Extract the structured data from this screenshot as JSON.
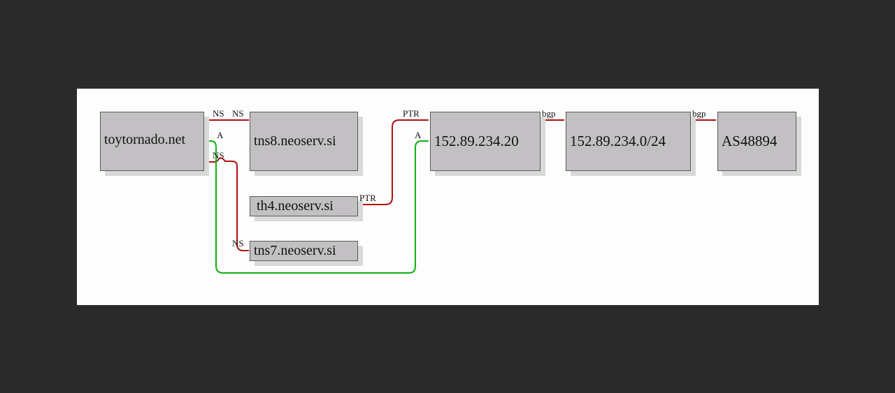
{
  "nodes": {
    "toytornado": "toytornado.net",
    "tns8": "tns8.neoserv.si",
    "th4": "th4.neoserv.si",
    "tns7": "tns7.neoserv.si",
    "ip": "152.89.234.20",
    "prefix": "152.89.234.0/24",
    "asn": "AS48894"
  },
  "edges": [
    {
      "from": "toytornado.net",
      "to": "tns8.neoserv.si",
      "type": "NS",
      "color": "#b01010"
    },
    {
      "from": "toytornado.net",
      "to": "tns7.neoserv.si",
      "type": "NS",
      "color": "#b01010"
    },
    {
      "from": "toytornado.net",
      "to": "152.89.234.20",
      "type": "A",
      "color": "#10b010"
    },
    {
      "from": "th4.neoserv.si",
      "to": "152.89.234.20",
      "type": "PTR",
      "color": "#b01010"
    },
    {
      "from": "152.89.234.20",
      "to": "152.89.234.0/24",
      "type": "bgp",
      "color": "#b01010"
    },
    {
      "from": "152.89.234.0/24",
      "to": "AS48894",
      "type": "bgp",
      "color": "#b01010"
    }
  ],
  "edge_labels": {
    "ns_tns8_src": "NS",
    "ns_tns8_dst": "NS",
    "a_src": "A",
    "ns_tns7_src": "NS",
    "ns_tns7_dst": "NS",
    "ptr_src": "PTR",
    "ptr_dst": "PTR",
    "a_dst": "A",
    "bgp_1": "bgp",
    "bgp_2": "bgp"
  },
  "colors": {
    "ns_edge": "#b01010",
    "a_edge": "#10b010",
    "node_fill": "#c3c0c3",
    "canvas": "#fcfdfc",
    "background": "#2a2a2a"
  }
}
